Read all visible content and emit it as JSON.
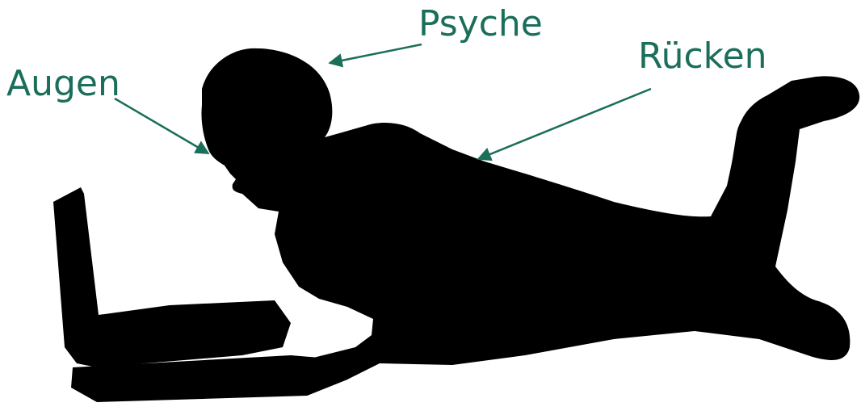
{
  "labels": {
    "eyes": "Augen",
    "psyche": "Psyche",
    "back": "Rücken"
  },
  "colors": {
    "accent": "#1a6e5a",
    "silhouette": "#000000",
    "background": "#ffffff"
  }
}
